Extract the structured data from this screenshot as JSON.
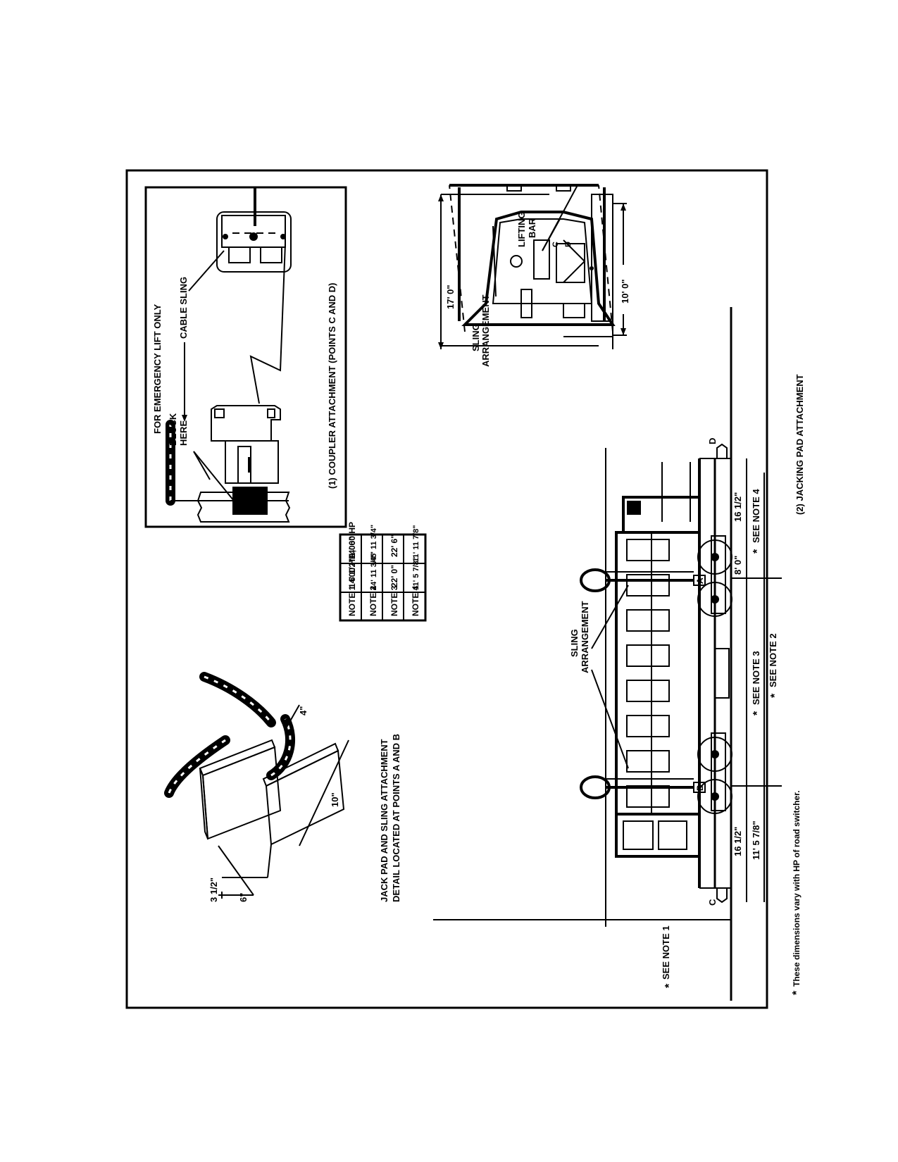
{
  "figure": {
    "panel1_caption": "(1)  COUPLER  ATTACHMENT  (POINTS C AND D)",
    "panel1_heading": "FOR EMERGENCY  LIFT ONLY",
    "panel1_cable_sling": "CABLE SLING",
    "panel1_block_here": [
      "BLOCK",
      "HERE"
    ],
    "jack_pad_title": [
      "JACK PAD AND SLING ATTACHMENT",
      "DETAIL LOCATED AT POINTS A AND B"
    ],
    "jack_pad_dims": {
      "a": "4\"",
      "b": "10\"",
      "c": "3 1/2\"",
      "d": "6\""
    },
    "sling_arrangement": [
      "SLING",
      "ARRANGEMENT"
    ],
    "lifting_bar": [
      "LIFTING",
      "BAR"
    ],
    "end_view_dims": {
      "height": "17' 0\"",
      "width": "10' 0\""
    },
    "points": {
      "a": "A",
      "b": "B",
      "c": "C",
      "d": "D"
    },
    "side_view_dims": {
      "see_note_1": "SEE NOTE 1",
      "see_note_2": "SEE NOTE 2",
      "see_note_3": "SEE NOTE 3",
      "see_note_4": "SEE NOTE 4",
      "dim_16_half_left": "16 1/2\"",
      "dim_11_5_7_8": "11' 5 7/8\"",
      "dim_16_half_right": "16 1/2\"",
      "dim_8_0": "8' 0\""
    },
    "asterisk": "*",
    "panel2_caption": "(2) JACKING PAD  ATTACHMENT",
    "footnote": "These dimensions vary with HP  of road switcher.",
    "note_table": {
      "headers": [
        "",
        "600 HP",
        "1,000 HP"
      ],
      "rows": [
        [
          "NOTE 1",
          "14' 1/2\"",
          "14' 6\""
        ],
        [
          "NOTE 2",
          "44' 11 3/4\"",
          "45' 11 3/4\""
        ],
        [
          "NOTE 3",
          "22' 0\"",
          "22' 6\""
        ],
        [
          "NOTE 4",
          "11' 5 7/8\"",
          "11' 11 7/8\""
        ]
      ]
    }
  }
}
